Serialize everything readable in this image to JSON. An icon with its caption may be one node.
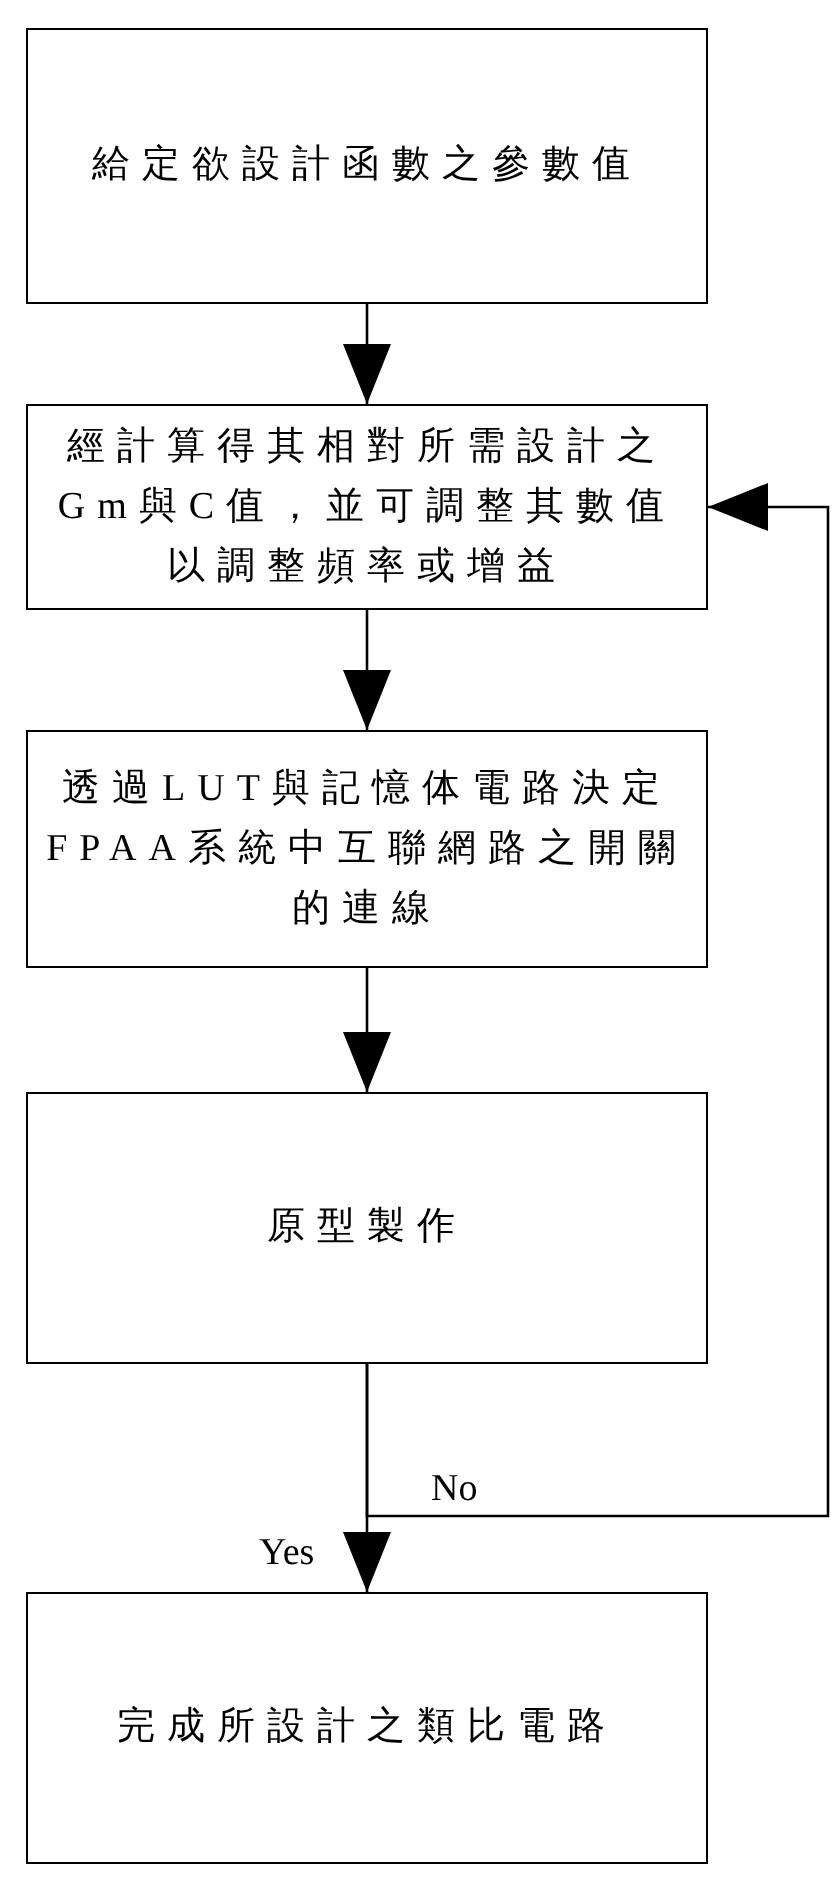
{
  "diagram": {
    "nodes": [
      {
        "text": [
          "給定欲設計函數之參數值"
        ]
      },
      {
        "text": [
          "經計算得其相對所需設計之Gm與C值，並可調整其數值以調整頻率或增益"
        ]
      },
      {
        "text": [
          "透過LUT與記憶体電路決定FPAA系統中互聯網路之開關的連線"
        ]
      },
      {
        "text": [
          "原型製作"
        ]
      },
      {
        "text": [
          "完成所設計之類比電路"
        ]
      }
    ],
    "edges": [
      {
        "from": 0,
        "to": 1,
        "arrow": "to"
      },
      {
        "from": 1,
        "to": 2,
        "arrow": "to"
      },
      {
        "from": 2,
        "to": 3,
        "arrow": "to"
      },
      {
        "from": 3,
        "to": 1,
        "arrow": "to",
        "label": "No"
      },
      {
        "from": 3,
        "to": 4,
        "arrow": "to",
        "label": "Yes"
      }
    ]
  }
}
